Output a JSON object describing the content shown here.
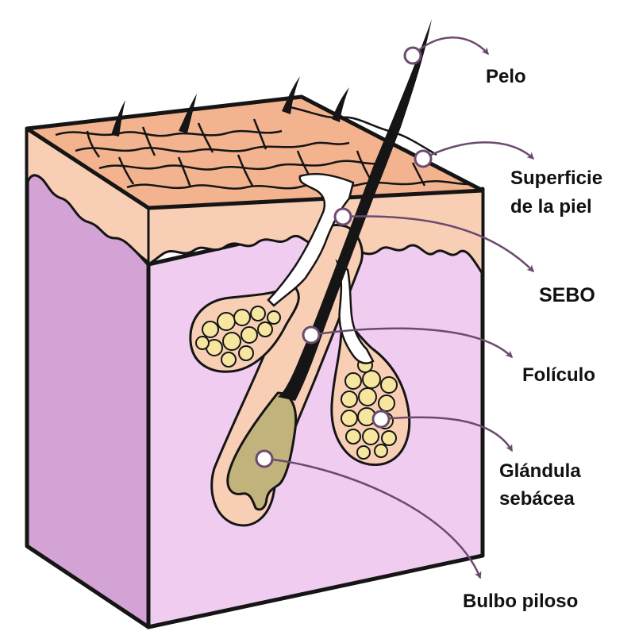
{
  "labels": {
    "hair": "Pelo",
    "skin_surface_line1": "Superficie",
    "skin_surface_line2": "de la piel",
    "sebum": "SEBO",
    "follicle": "Folículo",
    "gland_line1": "Glándula",
    "gland_line2": "sebácea",
    "bulb": "Bulbo piloso"
  },
  "colors": {
    "outline": "#151515",
    "callout": "#6b4a6e",
    "skin_surface": "#f4b38f",
    "skin_layer": "#f8cfb5",
    "tissue_front": "#f0cdf0",
    "tissue_side": "#d3a3d6",
    "gland_cells": "#f6e6a0",
    "bulb_fill": "#c2b27c",
    "sebum": "#ffffff"
  }
}
